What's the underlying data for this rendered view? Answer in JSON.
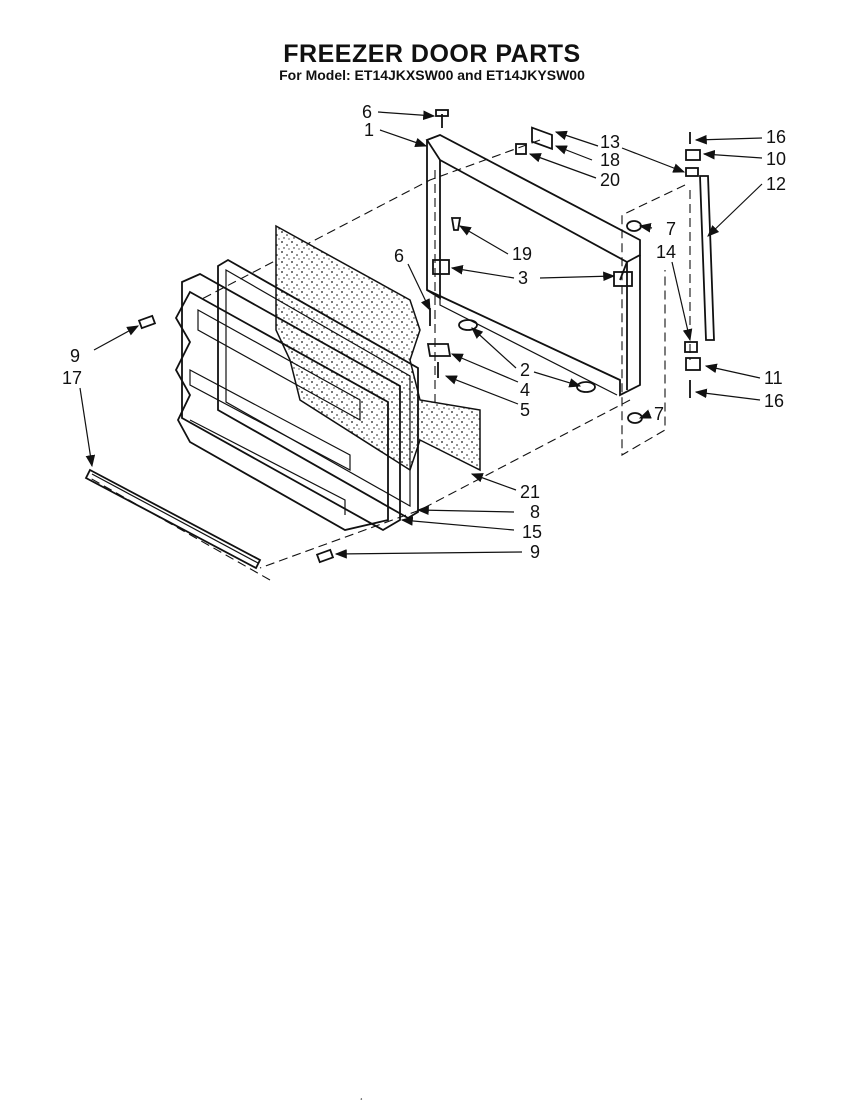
{
  "title": "FREEZER DOOR PARTS",
  "subtitle": "For Model: ET14JKXSW00 and  ET14JKYSW00",
  "labels": {
    "n6_top": "6",
    "n1": "1",
    "n13": "13",
    "n18": "18",
    "n20": "20",
    "n16_top": "16",
    "n10": "10",
    "n12": "12",
    "n7_top": "7",
    "n14": "14",
    "n19": "19",
    "n6_mid": "6",
    "n3": "3",
    "n9_left": "9",
    "n17": "17",
    "n2": "2",
    "n4": "4",
    "n5": "5",
    "n11": "11",
    "n16_bottom": "16",
    "n7_bottom": "7",
    "n21": "21",
    "n8": "8",
    "n15": "15",
    "n9_bottom": "9"
  },
  "footer": "¸"
}
